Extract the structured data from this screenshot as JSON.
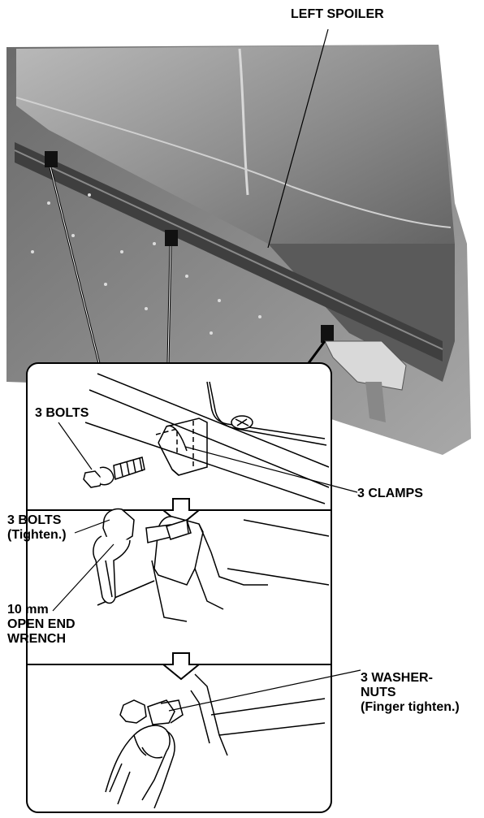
{
  "labels": {
    "left_spoiler": "LEFT SPOILER",
    "bolts": "3 BOLTS",
    "clamps": "3 CLAMPS",
    "bolts_tighten_1": "3 BOLTS",
    "bolts_tighten_2": "(Tighten.)",
    "wrench_1": "10 mm",
    "wrench_2": "OPEN END",
    "wrench_3": "WRENCH",
    "washer_1": "3 WASHER-",
    "washer_2": "NUTS",
    "washer_3": "(Finger tighten.)"
  }
}
